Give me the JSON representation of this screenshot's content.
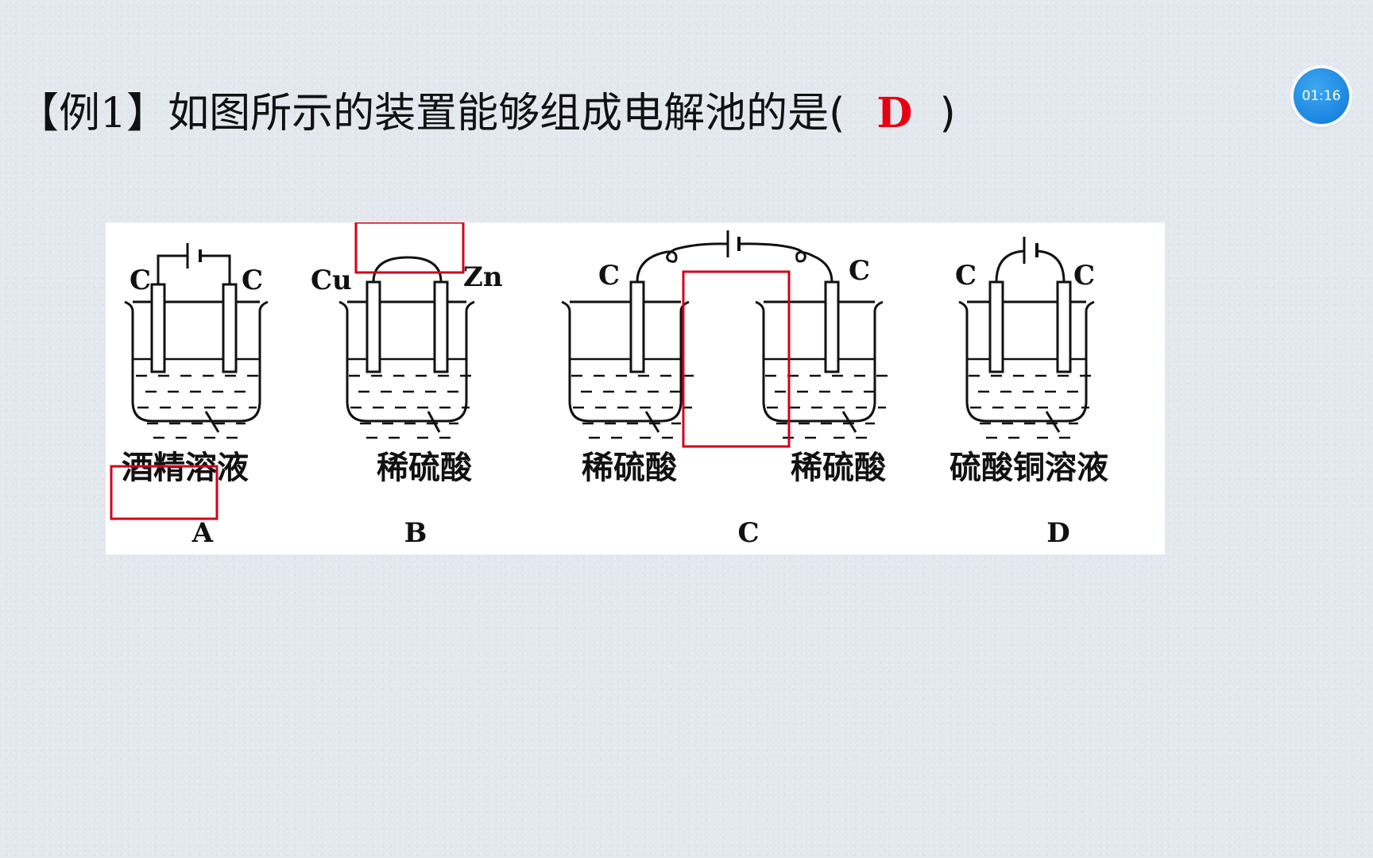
{
  "question": {
    "prefix": "【例",
    "number": "1",
    "text": "】如图所示的装置能够组成电解池的是(",
    "answer": "D",
    "close": ")"
  },
  "timer": {
    "value": "01:16"
  },
  "diagram": {
    "A": {
      "label": "A",
      "electrode_left": "C",
      "electrode_right": "C",
      "solution": "酒精溶液"
    },
    "B": {
      "label": "B",
      "electrode_left": "Cu",
      "electrode_right": "Zn",
      "solution": "稀硫酸"
    },
    "C": {
      "label": "C",
      "electrode_left": "C",
      "electrode_right": "C",
      "solution_left": "稀硫酸",
      "solution_right": "稀硫酸"
    },
    "D": {
      "label": "D",
      "electrode_left": "C",
      "electrode_right": "C",
      "solution": "硫酸铜溶液"
    },
    "highlight_color": "#d0021b",
    "answer_color": "#e60012"
  }
}
